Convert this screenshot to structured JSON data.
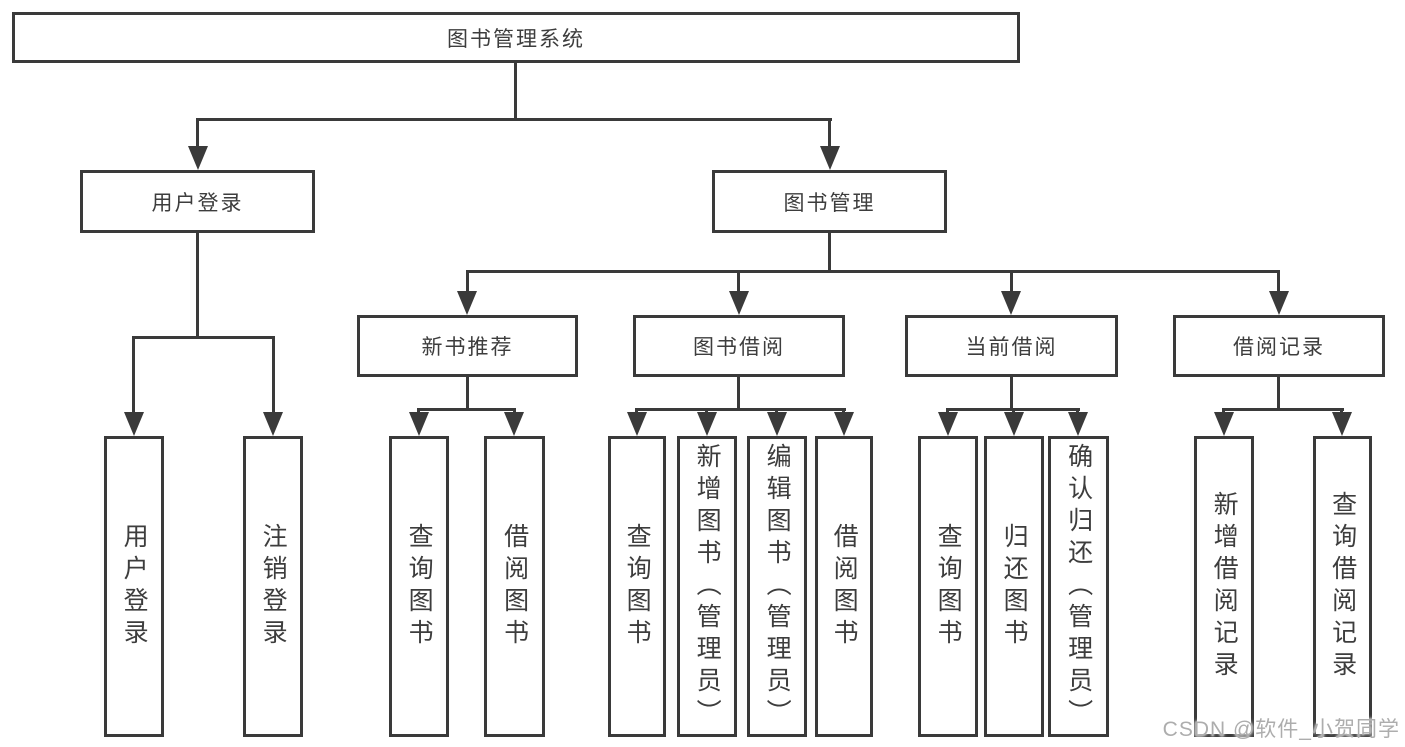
{
  "diagram_title": "图书管理系统",
  "tree": {
    "label": "图书管理系统",
    "children": [
      {
        "label": "用户登录",
        "children": [
          {
            "label": "用户登录"
          },
          {
            "label": "注销登录"
          }
        ]
      },
      {
        "label": "图书管理",
        "children": [
          {
            "label": "新书推荐",
            "children": [
              {
                "label": "查询图书"
              },
              {
                "label": "借阅图书"
              }
            ]
          },
          {
            "label": "图书借阅",
            "children": [
              {
                "label": "查询图书"
              },
              {
                "label": "新增图书（管理员）"
              },
              {
                "label": "编辑图书（管理员）"
              },
              {
                "label": "借阅图书"
              }
            ]
          },
          {
            "label": "当前借阅",
            "children": [
              {
                "label": "查询图书"
              },
              {
                "label": "归还图书"
              },
              {
                "label": "确认归还（管理员）"
              }
            ]
          },
          {
            "label": "借阅记录",
            "children": [
              {
                "label": "新增借阅记录"
              },
              {
                "label": "查询借阅记录"
              }
            ]
          }
        ]
      }
    ]
  },
  "watermark": "CSDN @软件_小贺同学",
  "colors": {
    "background": "#ffffff",
    "box_border": "#3a3a3a",
    "connector_line": "#3a3a3a",
    "text": "#3d3d3d",
    "watermark": "#adadad"
  }
}
